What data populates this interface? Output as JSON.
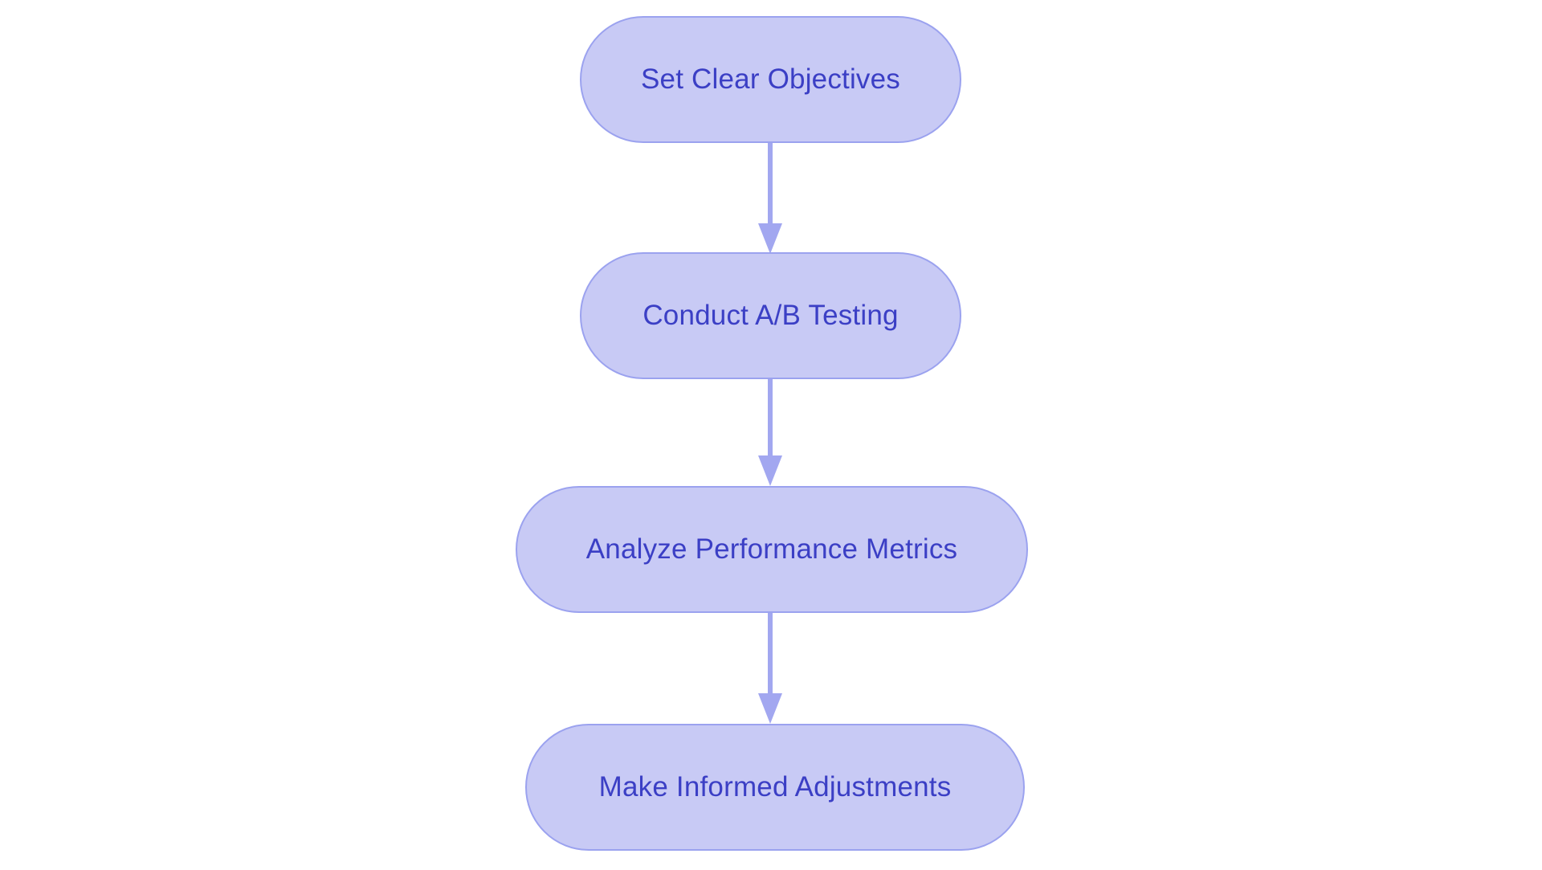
{
  "diagram": {
    "type": "flowchart",
    "direction": "top-down",
    "background": "#ffffff",
    "colors": {
      "node_fill": "#c8caf5",
      "node_border": "#9ba2ef",
      "node_text": "#3b3fc5",
      "arrow": "#a2a7f0"
    },
    "nodes": [
      {
        "id": "set-clear-objectives",
        "label": "Set Clear Objectives"
      },
      {
        "id": "conduct-ab-testing",
        "label": "Conduct A/B Testing"
      },
      {
        "id": "analyze-performance-metrics",
        "label": "Analyze Performance Metrics"
      },
      {
        "id": "make-informed-adjustments",
        "label": "Make Informed Adjustments"
      }
    ],
    "edges": [
      {
        "from": "set-clear-objectives",
        "to": "conduct-ab-testing"
      },
      {
        "from": "conduct-ab-testing",
        "to": "analyze-performance-metrics"
      },
      {
        "from": "analyze-performance-metrics",
        "to": "make-informed-adjustments"
      }
    ]
  }
}
